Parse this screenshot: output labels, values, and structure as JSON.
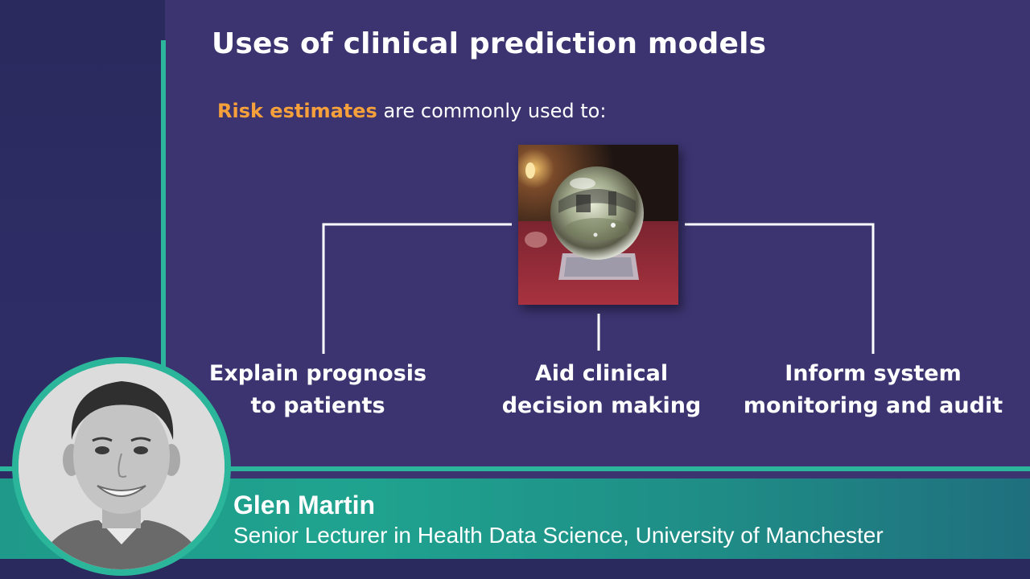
{
  "slide": {
    "title": "Uses of clinical prediction models",
    "subtitle_highlight": "Risk estimates",
    "subtitle_rest": " are commonly used to:",
    "uses": [
      {
        "line1": "Explain prognosis",
        "line2": "to patients"
      },
      {
        "line1": "Aid clinical",
        "line2": "decision making"
      },
      {
        "line1": "Inform system",
        "line2": "monitoring and audit"
      }
    ],
    "image_icon": "crystal-ball-photo"
  },
  "speaker": {
    "name": "Glen Martin",
    "role": "Senior Lecturer in Health Data Science, University of Manchester",
    "avatar_icon": "speaker-portrait"
  },
  "colors": {
    "background": "#3b3470",
    "accent": "#2bb59a",
    "highlight": "#f6a03c",
    "text": "#ffffff"
  }
}
